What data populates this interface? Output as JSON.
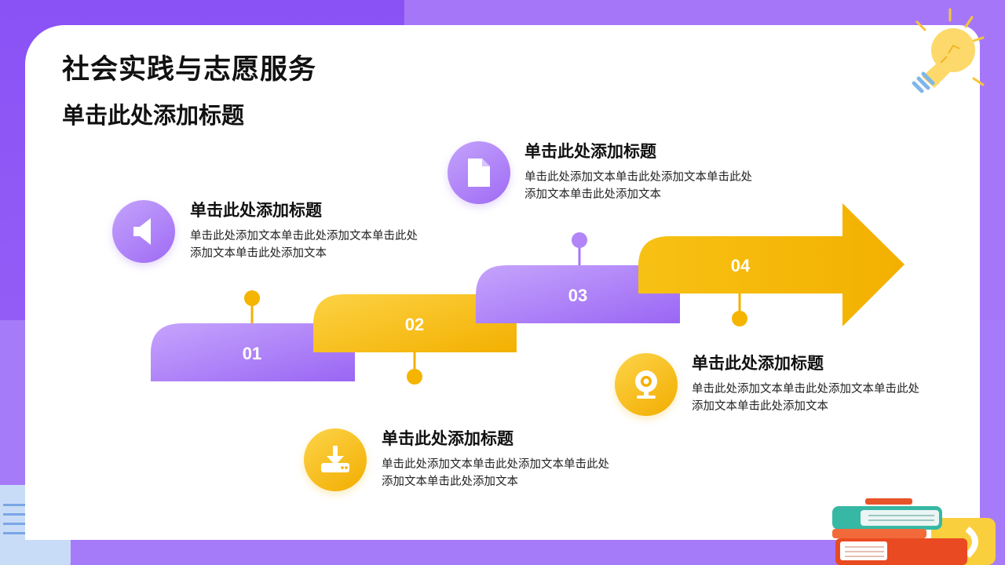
{
  "slide": {
    "title": "社会实践与志愿服务",
    "subtitle": "单击此处添加标题"
  },
  "steps": [
    {
      "num": "01",
      "color": "purple"
    },
    {
      "num": "02",
      "color": "yellow"
    },
    {
      "num": "03",
      "color": "purple"
    },
    {
      "num": "04",
      "color": "yellow"
    }
  ],
  "items": [
    {
      "title": "单击此处添加标题",
      "text": "单击此处添加文本单击此处添加文本单击此处添加文本单击此处添加文本",
      "icon": "speaker-icon",
      "color": "purple"
    },
    {
      "title": "单击此处添加标题",
      "text": "单击此处添加文本单击此处添加文本单击此处添加文本单击此处添加文本",
      "icon": "download-icon",
      "color": "yellow"
    },
    {
      "title": "单击此处添加标题",
      "text": "单击此处添加文本单击此处添加文本单击此处添加文本单击此处添加文本",
      "icon": "document-icon",
      "color": "purple"
    },
    {
      "title": "单击此处添加标题",
      "text": "单击此处添加文本单击此处添加文本单击此处添加文本单击此处添加文本",
      "icon": "webcam-icon",
      "color": "yellow"
    }
  ],
  "colors": {
    "purple": "#9d6bf7",
    "yellow": "#f5b400",
    "background": "#a577f8"
  }
}
